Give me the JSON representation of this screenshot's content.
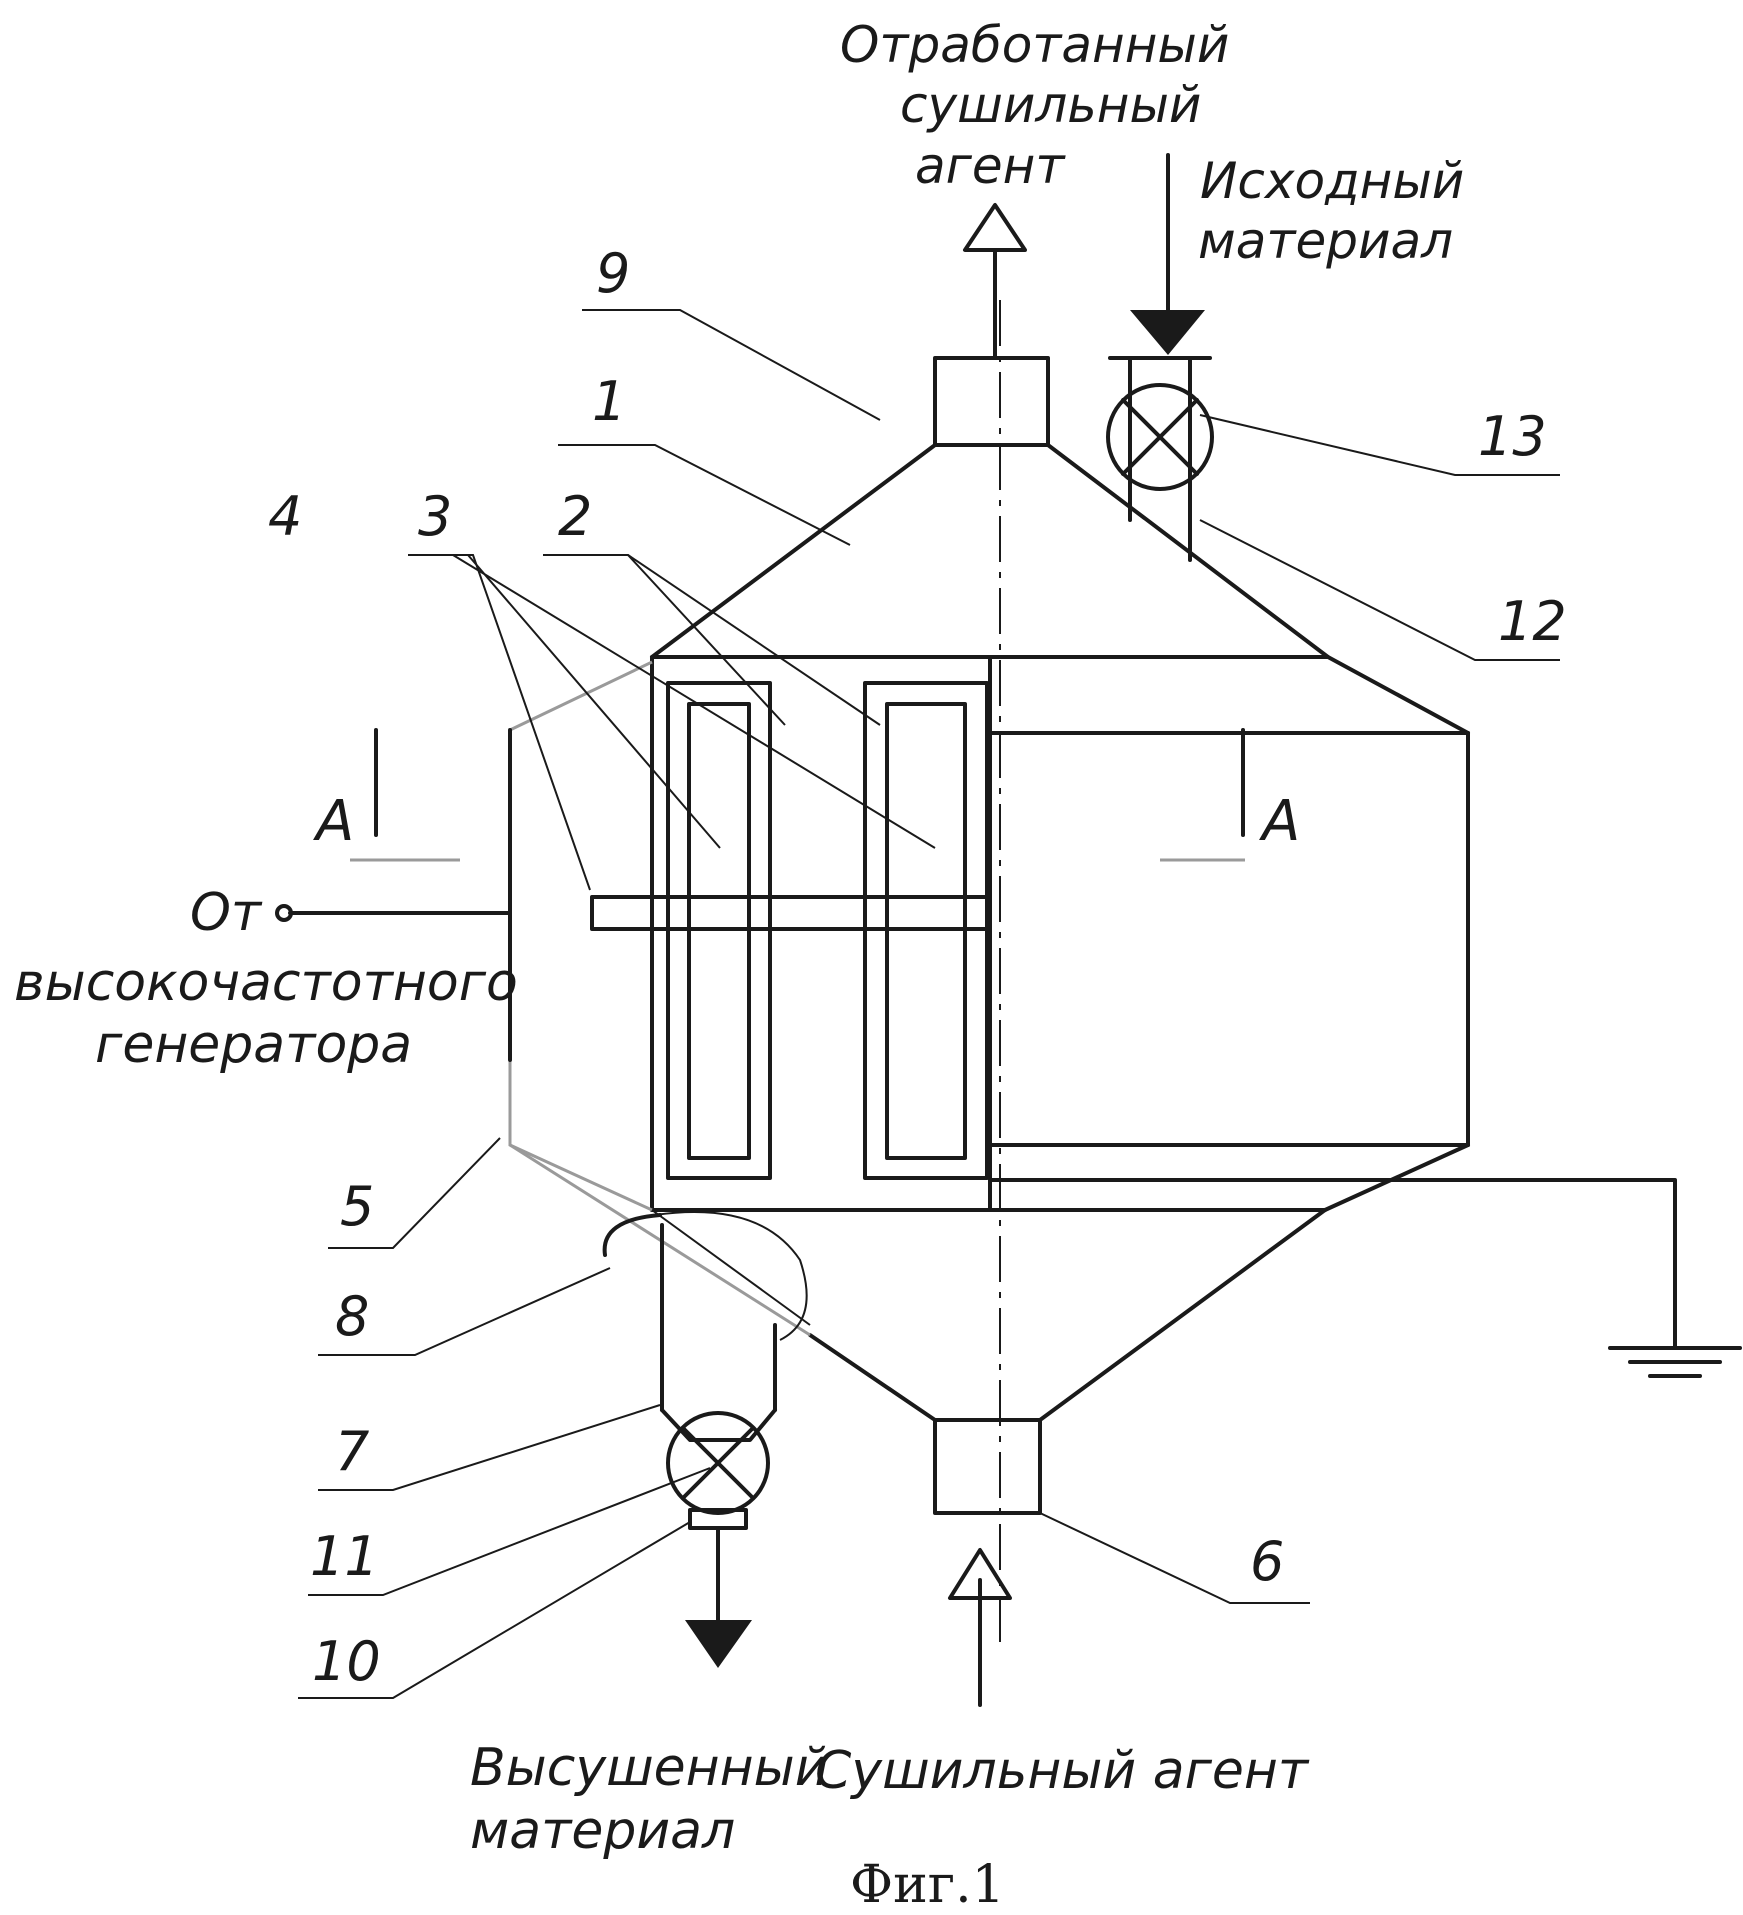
{
  "labels": {
    "spent_agent": [
      "Отработанный",
      "сушильный",
      "агент"
    ],
    "feed_material": [
      "Исходный",
      "материал"
    ],
    "from_generator": [
      "От",
      "высокочастотного",
      "генератора"
    ],
    "dried_material": [
      "Высушенный",
      "материал"
    ],
    "drying_agent": "Сушильный агент",
    "section_mark": "А",
    "figure_caption": "Фиг.1"
  },
  "callouts": {
    "n1": "1",
    "n2": "2",
    "n3": "3",
    "n4": "4",
    "n5": "5",
    "n6": "6",
    "n7": "7",
    "n8": "8",
    "n9": "9",
    "n10": "10",
    "n11": "11",
    "n12": "12",
    "n13": "13"
  }
}
